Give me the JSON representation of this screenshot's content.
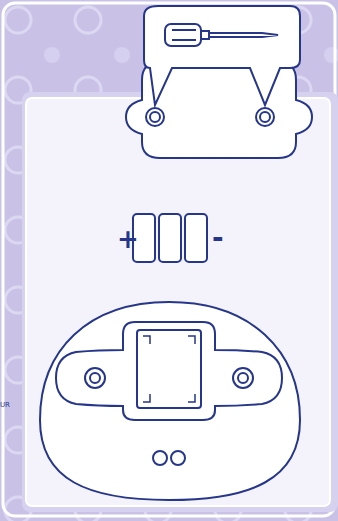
{
  "diagram": {
    "labels": [
      "+",
      "-",
      "UR"
    ]
  }
}
